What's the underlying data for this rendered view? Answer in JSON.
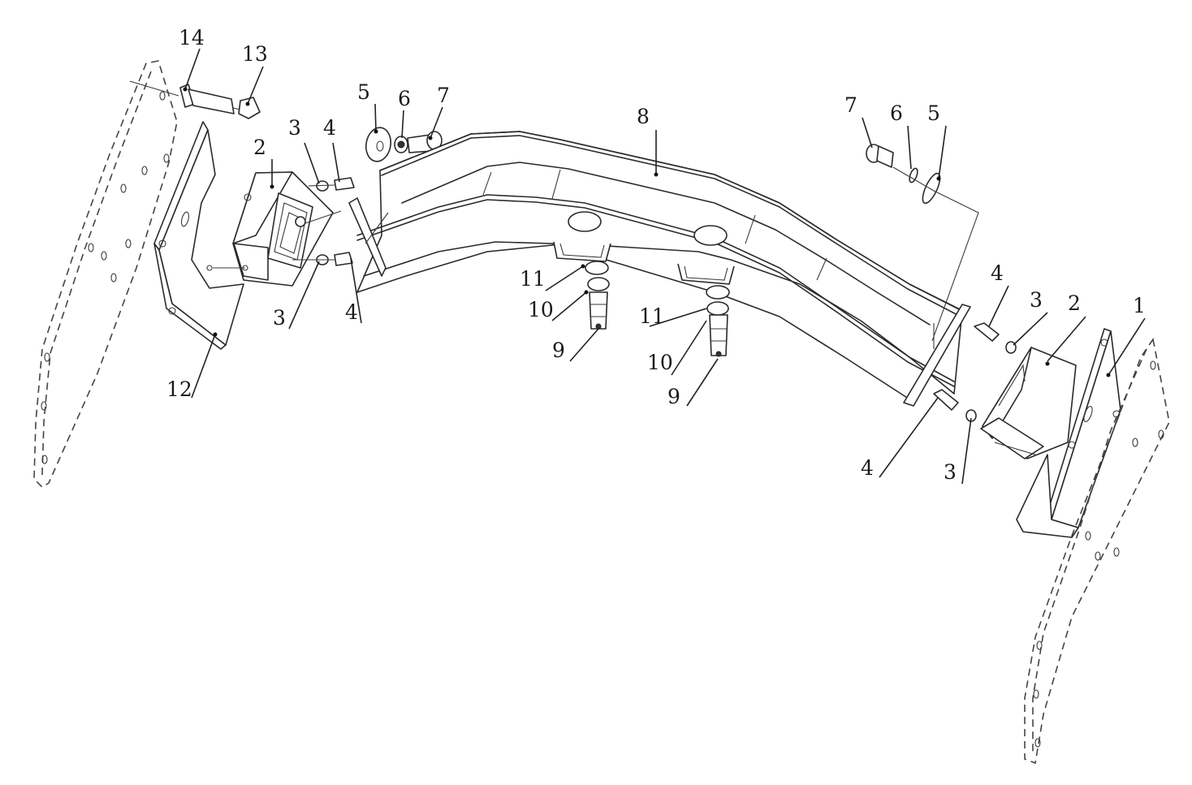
{
  "diagram": {
    "type": "exploded-assembly",
    "callouts": [
      {
        "id": "c14",
        "label": "14"
      },
      {
        "id": "c13",
        "label": "13"
      },
      {
        "id": "c2-left",
        "label": "2"
      },
      {
        "id": "c3-left-top",
        "label": "3"
      },
      {
        "id": "c4-left-top",
        "label": "4"
      },
      {
        "id": "c3-left-bottom",
        "label": "3"
      },
      {
        "id": "c4-left-bottom",
        "label": "4"
      },
      {
        "id": "c12",
        "label": "12"
      },
      {
        "id": "c5-left",
        "label": "5"
      },
      {
        "id": "c6-left",
        "label": "6"
      },
      {
        "id": "c7-left",
        "label": "7"
      },
      {
        "id": "c8",
        "label": "8"
      },
      {
        "id": "c11-a",
        "label": "11"
      },
      {
        "id": "c10-a",
        "label": "10"
      },
      {
        "id": "c9-a",
        "label": "9"
      },
      {
        "id": "c11-b",
        "label": "11"
      },
      {
        "id": "c10-b",
        "label": "10"
      },
      {
        "id": "c9-b",
        "label": "9"
      },
      {
        "id": "c7-right",
        "label": "7"
      },
      {
        "id": "c6-right",
        "label": "6"
      },
      {
        "id": "c5-right",
        "label": "5"
      },
      {
        "id": "c4-right-top",
        "label": "4"
      },
      {
        "id": "c3-right-top",
        "label": "3"
      },
      {
        "id": "c2-right",
        "label": "2"
      },
      {
        "id": "c1",
        "label": "1"
      },
      {
        "id": "c4-right-bottom",
        "label": "4"
      },
      {
        "id": "c3-right-bottom",
        "label": "3"
      }
    ],
    "colors": {
      "line": "#2a2a2a",
      "background": "#ffffff"
    }
  }
}
